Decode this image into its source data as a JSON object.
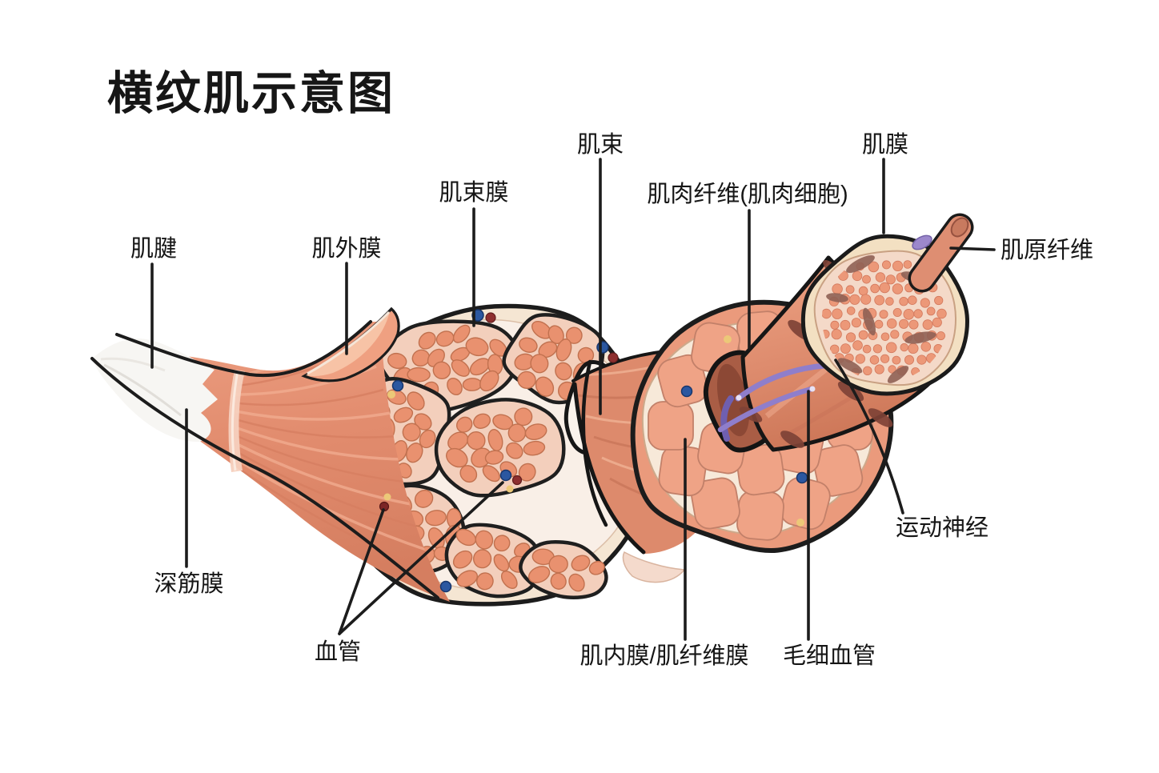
{
  "title": "横纹肌示意图",
  "labels": {
    "tendon": "肌腱",
    "epimysium": "肌外膜",
    "perimysium": "肌束膜",
    "fascicle": "肌束",
    "muscle_fiber": "肌肉纤维(肌肉细胞)",
    "sarcolemma": "肌膜",
    "myofibril": "肌原纤维",
    "motor_nerve": "运动神经",
    "capillary": "毛细血管",
    "endomysium": "肌内膜/肌纤维膜",
    "blood_vessel": "血管",
    "deep_fascia": "深筋膜"
  },
  "colors": {
    "outline": "#1c1c1c",
    "muscle": "#e28c6e",
    "muscle_highlight": "#f2b197",
    "muscle_shade": "#d57e60",
    "tendon_white": "#f7f6f3",
    "ring_cream": "#f5e6d3",
    "ground_pale": "#f9efe7",
    "fascicle_ground": "#f3cfbc",
    "fiber_fill": "#e9916f",
    "fiber_edge": "#c1714f",
    "cell_fill": "#efa386",
    "nerve_purple": "#8f7ecb",
    "nucleus_brown": "#7e4236",
    "vessel_blue": "#2b57a0",
    "vessel_red": "#8e2f2f",
    "vessel_yellow": "#ecc878"
  }
}
